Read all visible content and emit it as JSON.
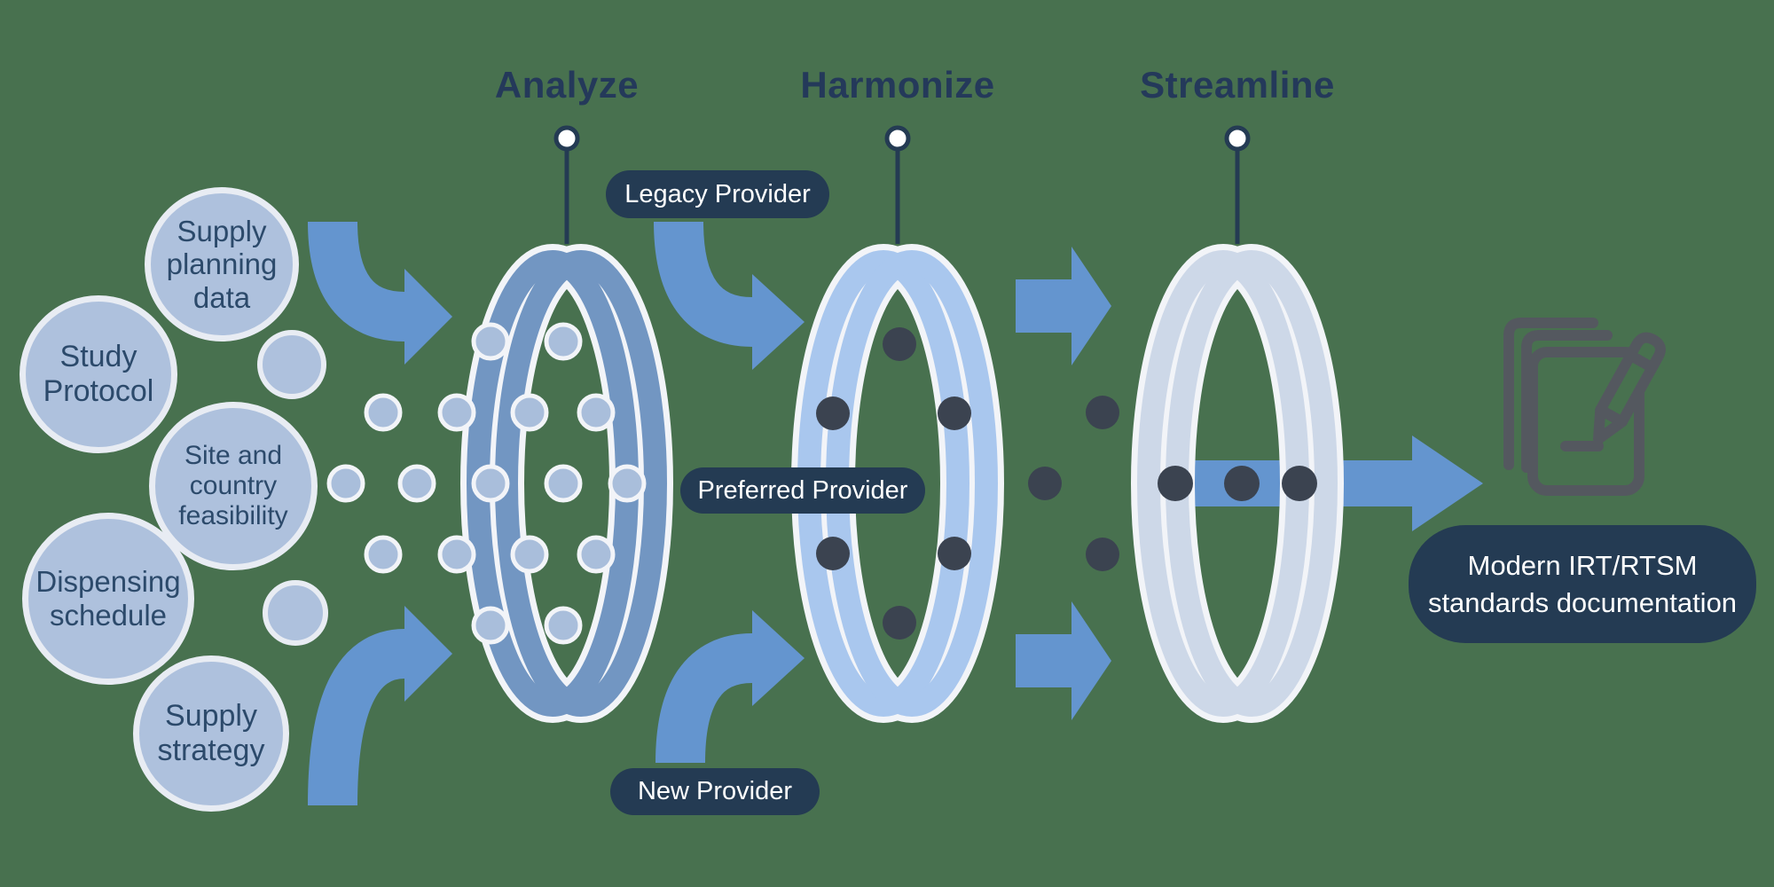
{
  "stages": [
    {
      "label": "Analyze"
    },
    {
      "label": "Harmonize"
    },
    {
      "label": "Streamline"
    }
  ],
  "inputs": [
    {
      "label": "Supply planning data",
      "lines": [
        "Supply",
        "planning",
        "data"
      ]
    },
    {
      "label": "Study Protocol",
      "lines": [
        "Study",
        "Protocol"
      ]
    },
    {
      "label": "Site and country feasibility",
      "lines": [
        "Site and",
        "country",
        "feasibility"
      ]
    },
    {
      "label": "Dispensing schedule",
      "lines": [
        "Dispensing",
        "schedule"
      ]
    },
    {
      "label": "Supply strategy",
      "lines": [
        "Supply",
        "strategy"
      ]
    }
  ],
  "providers": {
    "legacy": "Legacy Provider",
    "preferred": "Preferred Provider",
    "new": "New Provider"
  },
  "output": {
    "label": "Modern IRT/RTSM standards documentation",
    "lines": [
      "Modern IRT/RTSM",
      "standards documentation"
    ],
    "icon": "documents-and-pencil-icon"
  },
  "colors": {
    "background": "#48714F",
    "navy": "#243B53",
    "label_text": "#24395A",
    "bubble_fill": "#AEC1DD",
    "bubble_border": "#E8ECF3",
    "bubble_text": "#2C4A6B",
    "arrow_blue": "#6495CF",
    "ring_analyze": "#7296C2",
    "ring_harmonize": "#A9C7EE",
    "ring_streamline": "#CDD8E8",
    "ring_edge": "#F2F4F8",
    "dot_light": "#A9BEDB",
    "dot_dark": "#3B4350",
    "icon_gray": "#54585F",
    "pill_text": "#FFFFFF"
  }
}
